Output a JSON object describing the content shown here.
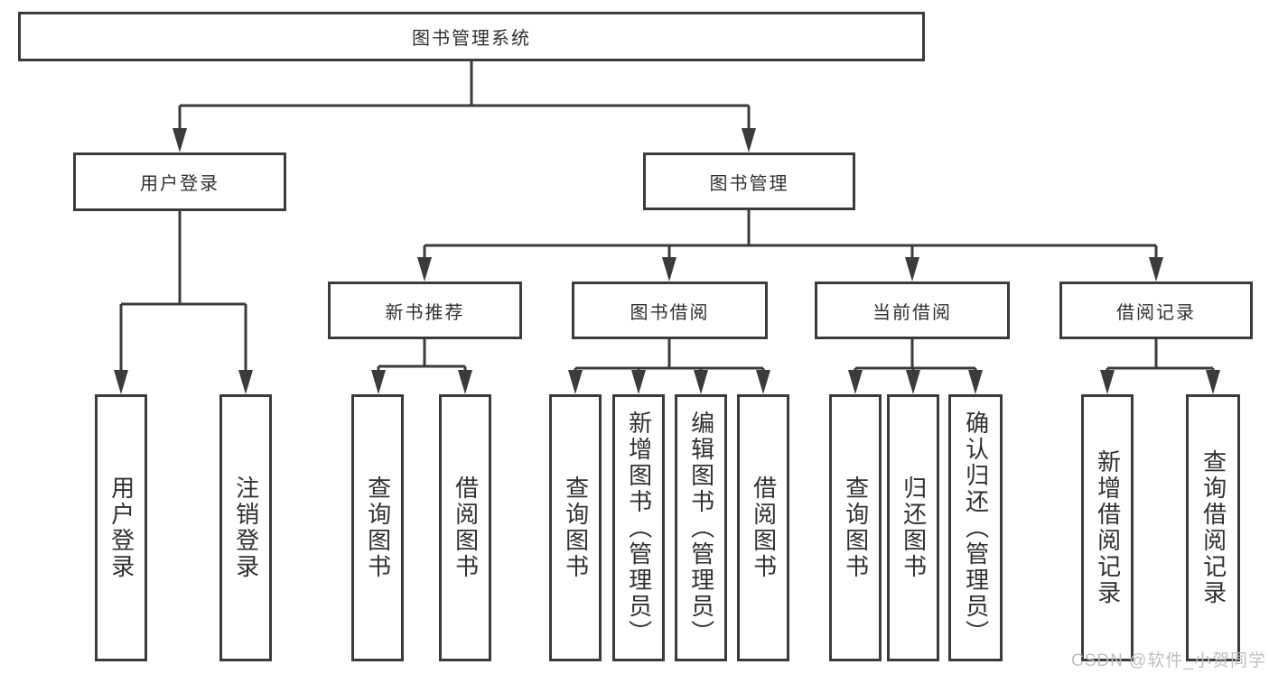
{
  "diagram": {
    "root": {
      "label": "图书管理系统"
    },
    "user_login": {
      "label": "用户登录",
      "children": {
        "login": {
          "label": "用户登录"
        },
        "logout": {
          "label": "注销登录"
        }
      }
    },
    "book_mgmt": {
      "label": "图书管理",
      "children": {
        "new_book_rec": {
          "label": "新书推荐",
          "children": {
            "query": {
              "label": "查询图书"
            },
            "borrow": {
              "label": "借阅图书"
            }
          }
        },
        "book_borrow": {
          "label": "图书借阅",
          "children": {
            "query": {
              "label": "查询图书"
            },
            "add": {
              "label": "新增图书（管理员）"
            },
            "edit": {
              "label": "编辑图书（管理员）"
            },
            "borrow": {
              "label": "借阅图书"
            }
          }
        },
        "current_borrow": {
          "label": "当前借阅",
          "children": {
            "query": {
              "label": "查询图书"
            },
            "return": {
              "label": "归还图书"
            },
            "confirm": {
              "label": "确认归还（管理员）"
            }
          }
        },
        "borrow_record": {
          "label": "借阅记录",
          "children": {
            "add": {
              "label": "新增借阅记录"
            },
            "query": {
              "label": "查询借阅记录"
            }
          }
        }
      }
    }
  },
  "watermark": {
    "text": "CSDN @软件_小贺同学"
  },
  "colors": {
    "line": "#3b3b3b",
    "box_border": "#3b3b3b",
    "box_fill": "#ffffff",
    "text": "#303030",
    "background": "#ffffff",
    "watermark": "#c2bebe"
  }
}
